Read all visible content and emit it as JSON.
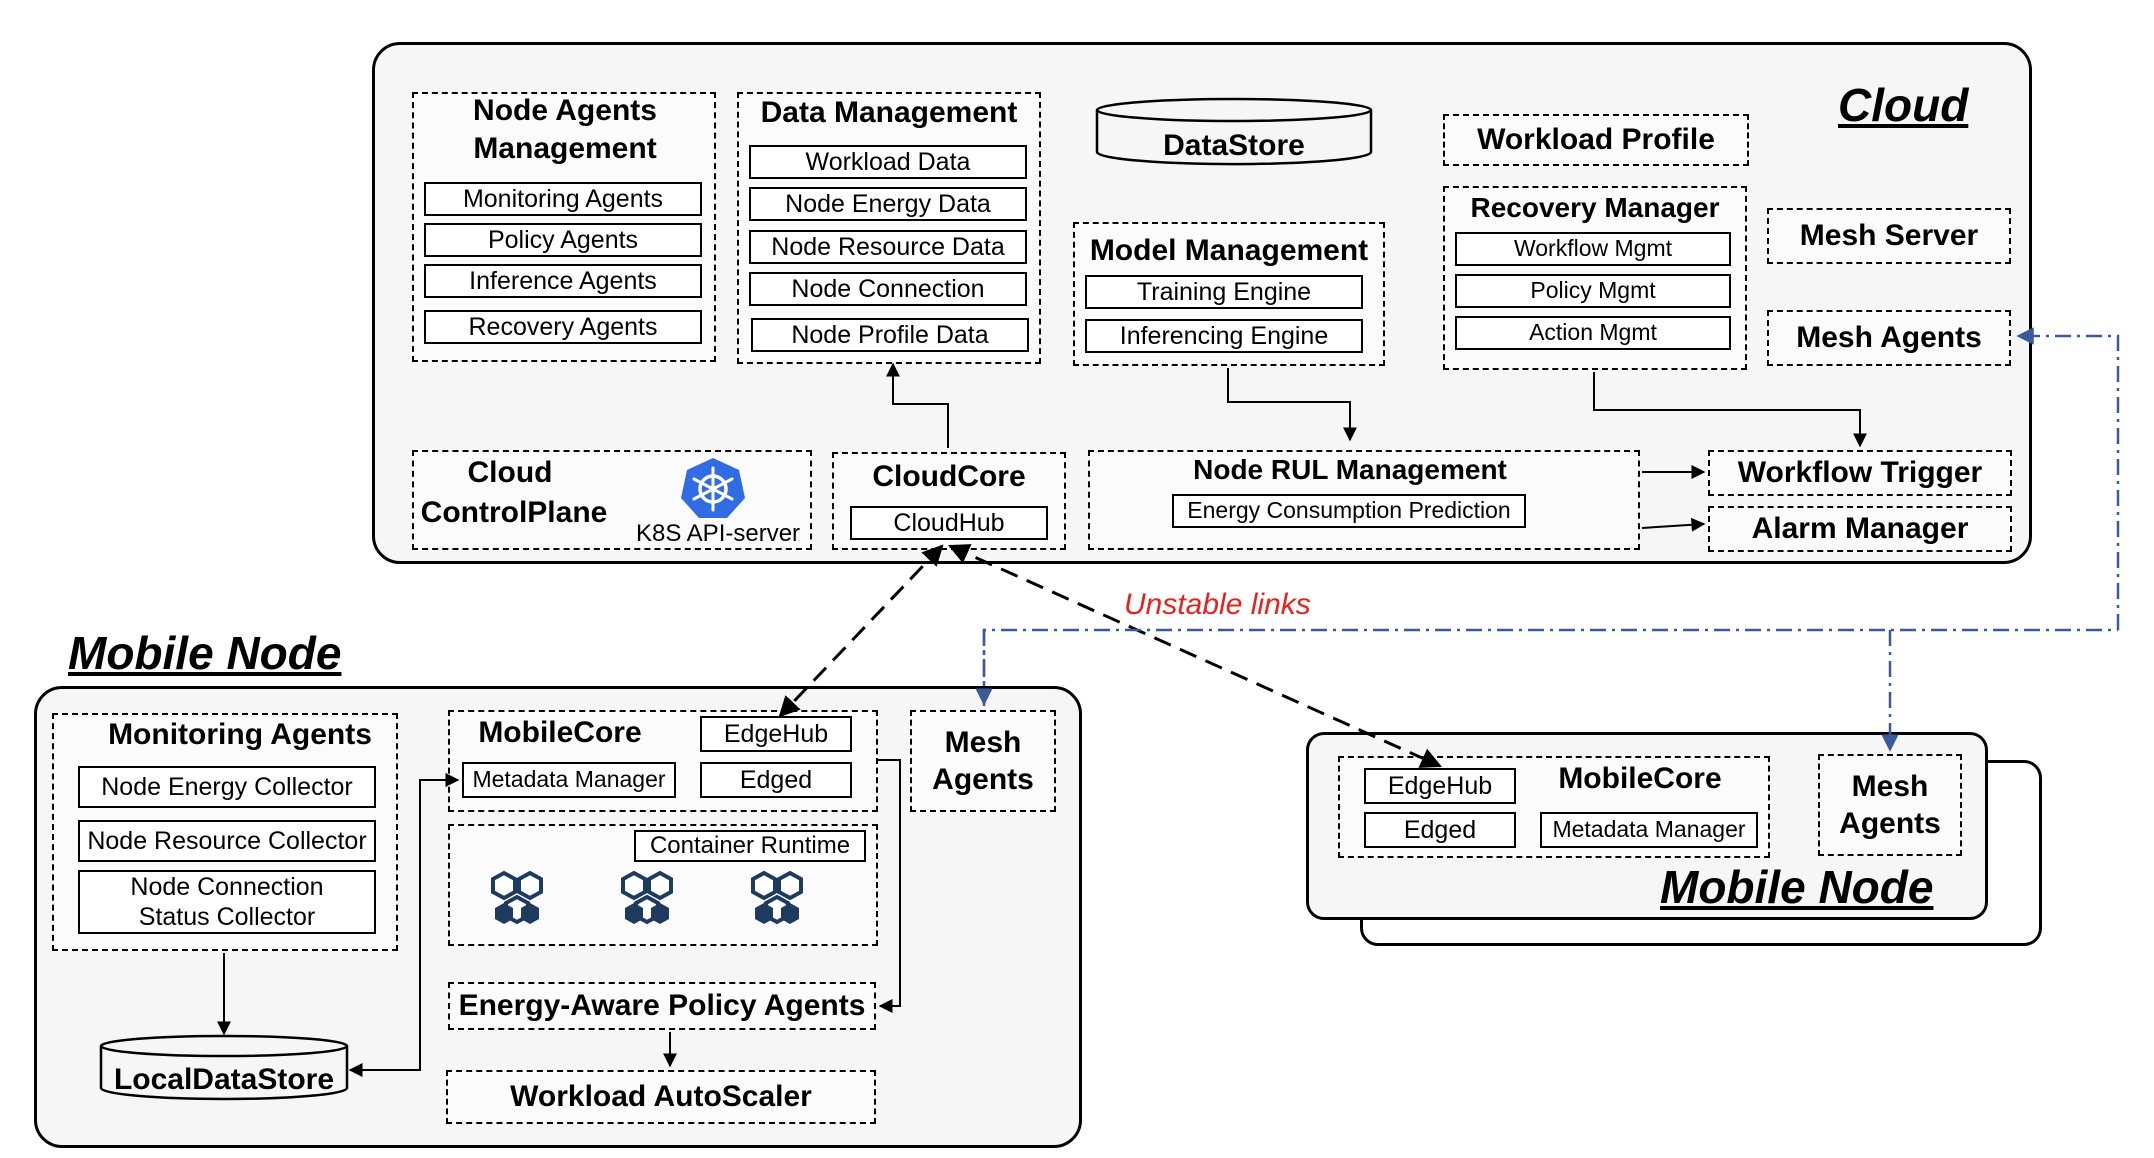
{
  "cloud": {
    "title": "Cloud",
    "node_agents_mgmt": {
      "title": "Node Agents Management",
      "items": [
        "Monitoring Agents",
        "Policy Agents",
        "Inference Agents",
        "Recovery Agents"
      ]
    },
    "data_mgmt": {
      "title": "Data Management",
      "items": [
        "Workload Data",
        "Node Energy Data",
        "Node Resource Data",
        "Node Connection",
        "Node Profile Data"
      ]
    },
    "datastore": "DataStore",
    "model_mgmt": {
      "title": "Model Management",
      "items": [
        "Training Engine",
        "Inferencing Engine"
      ]
    },
    "workload_profile": "Workload Profile",
    "recovery_manager": {
      "title": "Recovery Manager",
      "items": [
        "Workflow Mgmt",
        "Policy Mgmt",
        "Action Mgmt"
      ]
    },
    "mesh_server": "Mesh Server",
    "mesh_agents": "Mesh Agents",
    "control_plane": {
      "title_line1": "Cloud",
      "title_line2": "ControlPlane",
      "api": "K8S API-server"
    },
    "cloudcore": {
      "title": "CloudCore",
      "hub": "CloudHub"
    },
    "node_rul": {
      "title": "Node RUL Management",
      "prediction": "Energy Consumption Prediction"
    },
    "workflow_trigger": "Workflow Trigger",
    "alarm_manager": "Alarm Manager"
  },
  "links_label": "Unstable links",
  "mobile_left": {
    "title": "Mobile Node",
    "monitoring": {
      "title": "Monitoring Agents",
      "items": [
        "Node Energy Collector",
        "Node Resource Collector"
      ],
      "connection_line1": "Node Connection",
      "connection_line2": "Status Collector"
    },
    "mobilecore": {
      "title": "MobileCore",
      "edgehub": "EdgeHub",
      "metadata": "Metadata Manager",
      "edged": "Edged"
    },
    "container_runtime": "Container Runtime",
    "mesh_agents_line1": "Mesh",
    "mesh_agents_line2": "Agents",
    "energy_policy": "Energy-Aware Policy Agents",
    "local_datastore": "LocalDataStore",
    "autoscaler": "Workload AutoScaler"
  },
  "mobile_right": {
    "title": "Mobile Node",
    "edgehub": "EdgeHub",
    "edged": "Edged",
    "mobilecore": "MobileCore",
    "metadata": "Metadata Manager",
    "mesh_agents_line1": "Mesh",
    "mesh_agents_line2": "Agents"
  },
  "colors": {
    "link_label": "#e8201e",
    "mesh_link": "#3b5a9a",
    "container_icon": "#1f3a5f",
    "k8s_logo": "#326ce5"
  }
}
